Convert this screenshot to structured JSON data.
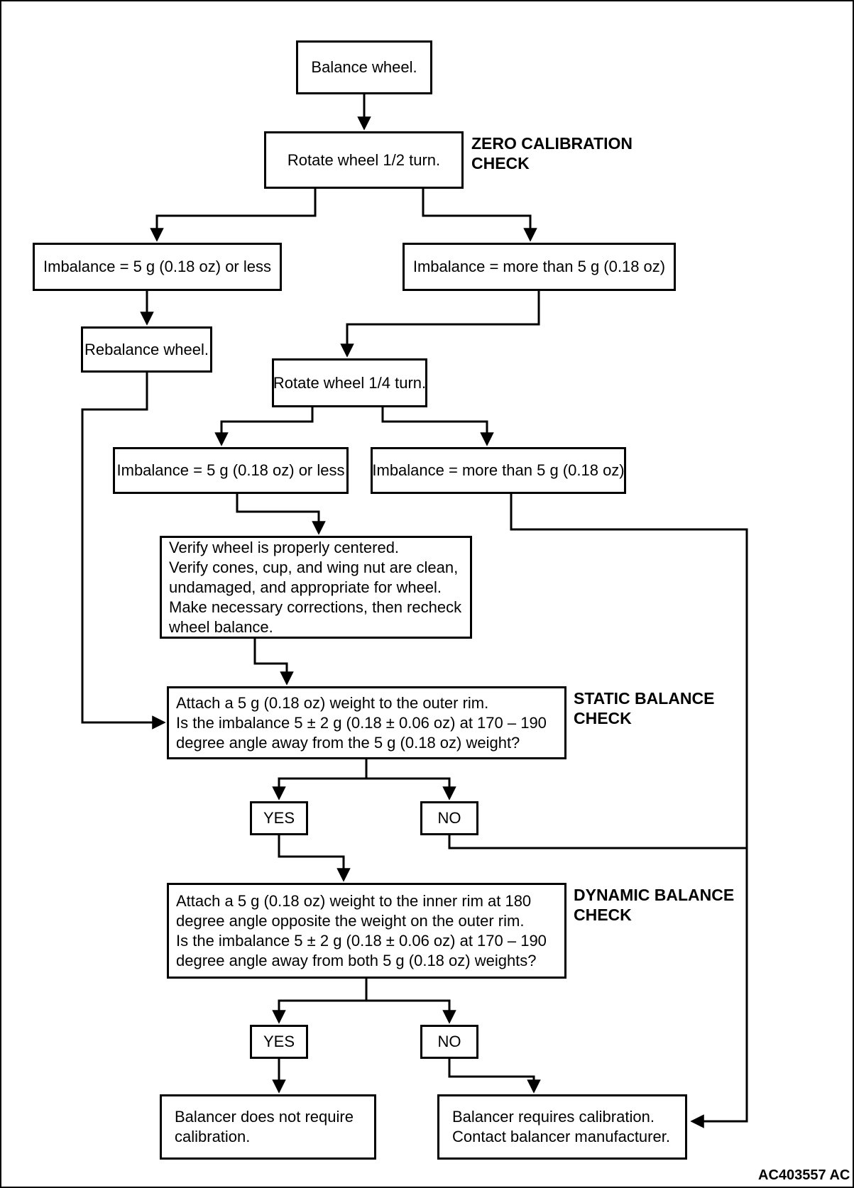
{
  "flowchart": {
    "nodes": {
      "balance_wheel": {
        "text": "Balance wheel."
      },
      "rotate_half": {
        "text": "Rotate wheel 1/2 turn."
      },
      "imbalance1_less": {
        "text": "Imbalance = 5 g (0.18 oz) or less"
      },
      "imbalance1_more": {
        "text": "Imbalance = more than 5 g (0.18 oz)"
      },
      "rebalance": {
        "text": "Rebalance wheel."
      },
      "rotate_quarter": {
        "text": "Rotate wheel 1/4 turn."
      },
      "imbalance2_less": {
        "text": "Imbalance = 5 g (0.18 oz) or less"
      },
      "imbalance2_more": {
        "text": "Imbalance = more than 5 g (0.18 oz)"
      },
      "verify": {
        "lines": [
          "Verify wheel is properly centered.",
          "Verify cones, cup, and wing nut are clean,",
          "undamaged, and appropriate for wheel.",
          "Make necessary corrections, then recheck",
          "wheel balance."
        ]
      },
      "static_check": {
        "lines": [
          "Attach a 5 g (0.18 oz) weight to the outer rim.",
          "Is the imbalance 5 ± 2 g (0.18 ± 0.06 oz) at 170 – 190",
          "degree angle away from the 5 g (0.18 oz) weight?"
        ]
      },
      "yes1": {
        "text": "YES"
      },
      "no1": {
        "text": "NO"
      },
      "dynamic_check": {
        "lines": [
          "Attach a 5 g (0.18 oz) weight to the inner rim at 180",
          "degree angle opposite the weight on the outer rim.",
          "Is the imbalance 5 ± 2 g (0.18 ± 0.06 oz) at 170 – 190",
          "degree angle away from both 5 g (0.18 oz) weights?"
        ]
      },
      "yes2": {
        "text": "YES"
      },
      "no2": {
        "text": "NO"
      },
      "no_calibration": {
        "lines": [
          "Balancer does not require",
          "calibration."
        ]
      },
      "requires_calibration": {
        "lines": [
          "Balancer requires calibration.",
          "Contact balancer manufacturer."
        ]
      }
    },
    "labels": {
      "zero": {
        "line1": "ZERO CALIBRATION",
        "line2": "CHECK"
      },
      "static": {
        "line1": "STATIC BALANCE",
        "line2": "CHECK"
      },
      "dynamic": {
        "line1": "DYNAMIC BALANCE",
        "line2": "CHECK"
      }
    },
    "colors": {
      "line": "#000000",
      "background": "#ffffff",
      "text": "#000000"
    },
    "figure_code": "AC403557 AC"
  }
}
